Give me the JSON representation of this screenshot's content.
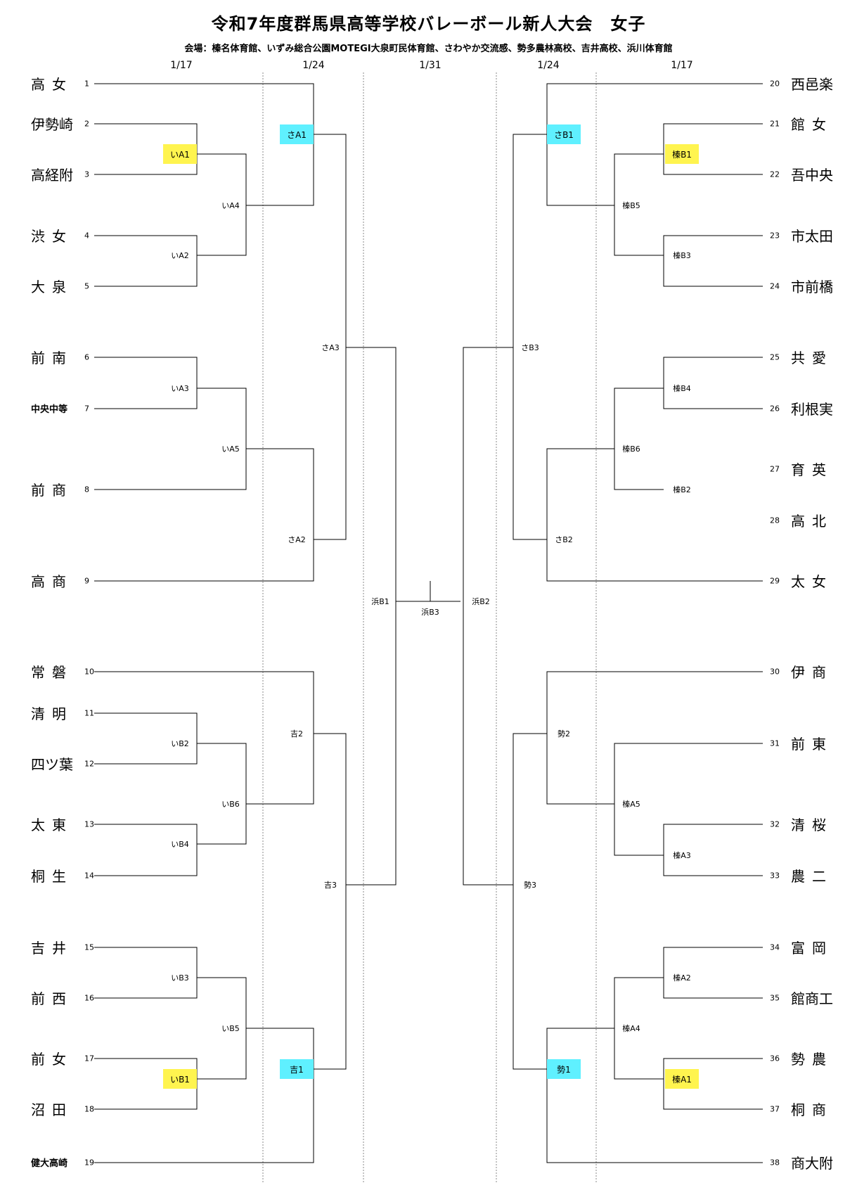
{
  "title": "令和7年度群馬県高等学校バレーボール新人大会　女子",
  "venue": "会場：榛名体育館、いずみ総合公園MOTEGI大泉町民体育館、さわやか交流感、勢多農林高校、吉井高校、浜川体育館",
  "dates": [
    "1/17",
    "1/24",
    "1/31",
    "1/24",
    "1/17"
  ],
  "left_teams": [
    {
      "seed": "1",
      "name": "高女"
    },
    {
      "seed": "2",
      "name": "伊勢崎"
    },
    {
      "seed": "3",
      "name": "高経附"
    },
    {
      "seed": "4",
      "name": "渋女"
    },
    {
      "seed": "5",
      "name": "大泉"
    },
    {
      "seed": "6",
      "name": "前南"
    },
    {
      "seed": "7",
      "name": "中央中等"
    },
    {
      "seed": "8",
      "name": "前商"
    },
    {
      "seed": "9",
      "name": "高商"
    },
    {
      "seed": "10",
      "name": "常磐"
    },
    {
      "seed": "11",
      "name": "清明"
    },
    {
      "seed": "12",
      "name": "四ツ葉"
    },
    {
      "seed": "13",
      "name": "太東"
    },
    {
      "seed": "14",
      "name": "桐生"
    },
    {
      "seed": "15",
      "name": "吉井"
    },
    {
      "seed": "16",
      "name": "前西"
    },
    {
      "seed": "17",
      "name": "前女"
    },
    {
      "seed": "18",
      "name": "沼田"
    },
    {
      "seed": "19",
      "name": "健大高崎"
    }
  ],
  "right_teams": [
    {
      "seed": "20",
      "name": "西邑楽"
    },
    {
      "seed": "21",
      "name": "館女"
    },
    {
      "seed": "22",
      "name": "吾中央"
    },
    {
      "seed": "23",
      "name": "市太田"
    },
    {
      "seed": "24",
      "name": "市前橋"
    },
    {
      "seed": "25",
      "name": "共愛"
    },
    {
      "seed": "26",
      "name": "利根実"
    },
    {
      "seed": "27",
      "name": "育英"
    },
    {
      "seed": "28",
      "name": "高北"
    },
    {
      "seed": "29",
      "name": "太女"
    },
    {
      "seed": "30",
      "name": "伊商"
    },
    {
      "seed": "31",
      "name": "前東"
    },
    {
      "seed": "32",
      "name": "清桜"
    },
    {
      "seed": "33",
      "name": "農二"
    },
    {
      "seed": "34",
      "name": "富岡"
    },
    {
      "seed": "35",
      "name": "館商工"
    },
    {
      "seed": "36",
      "name": "勢農"
    },
    {
      "seed": "37",
      "name": "桐商"
    },
    {
      "seed": "38",
      "name": "商大附"
    }
  ],
  "matches": {
    "iA1": "いA1",
    "iA2": "いA2",
    "iA3": "いA3",
    "iA4": "いA4",
    "iA5": "いA5",
    "iB1": "いB1",
    "iB2": "いB2",
    "iB3": "いB3",
    "iB4": "いB4",
    "iB5": "いB5",
    "iB6": "いB6",
    "saA1": "さA1",
    "saA2": "さA2",
    "saA3": "さA3",
    "yoshi1": "吉1",
    "yoshi2": "吉2",
    "yoshi3": "吉3",
    "hamaB1": "浜B1",
    "hamaB2": "浜B2",
    "hamaB3": "浜B3",
    "saB1": "さB1",
    "saB2": "さB2",
    "saB3": "さB3",
    "haruB1": "榛B1",
    "haruB2": "榛B2",
    "haruB3": "榛B3",
    "haruB4": "榛B4",
    "haruB5": "榛B5",
    "haruB6": "榛B6",
    "sei1": "勢1",
    "sei2": "勢2",
    "sei3": "勢3",
    "haruA1": "榛A1",
    "haruA2": "榛A2",
    "haruA3": "榛A3",
    "haruA4": "榛A4",
    "haruA5": "榛A5"
  },
  "colors": {
    "highlight_yellow": "#fff44f",
    "highlight_cyan": "#5ff0ff",
    "line": "#000000"
  }
}
